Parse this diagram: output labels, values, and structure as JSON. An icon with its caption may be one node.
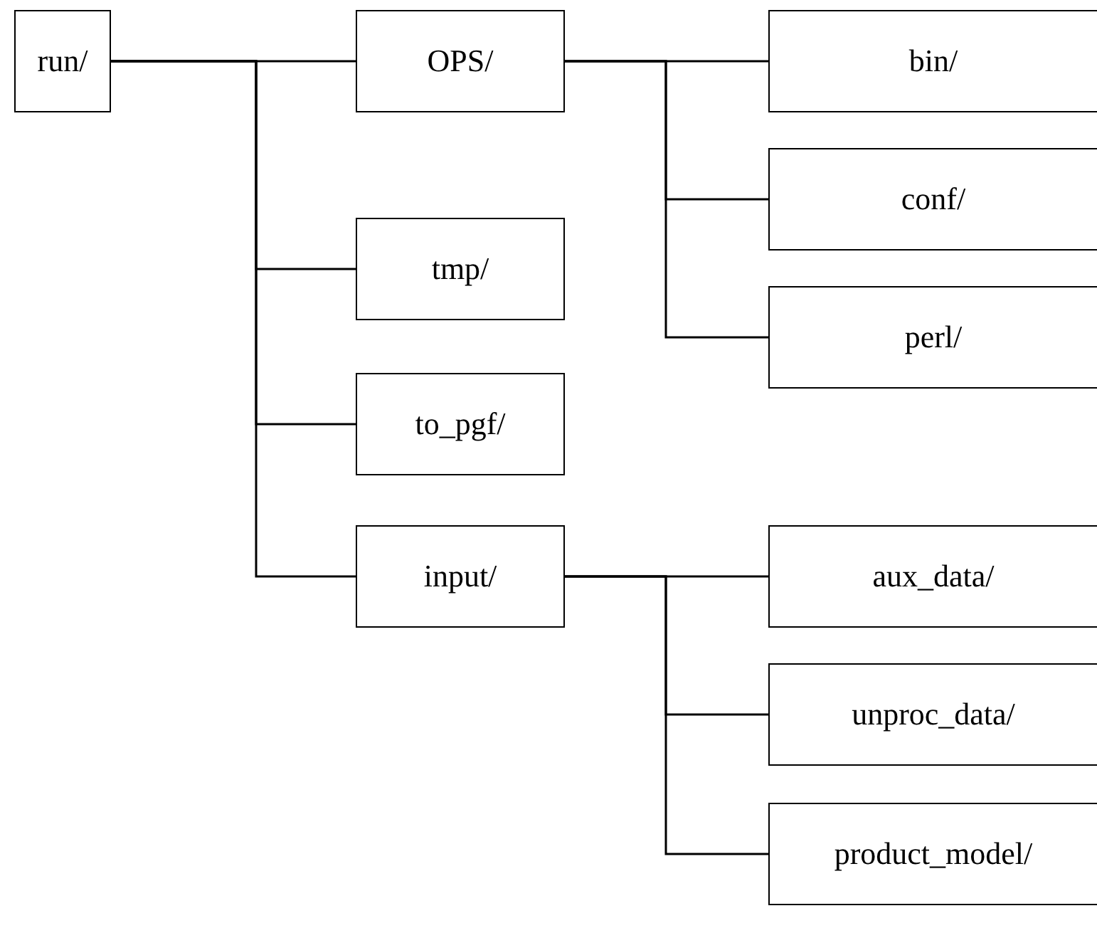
{
  "diagram": {
    "nodes": [
      {
        "text": [
          "run/"
        ]
      },
      {
        "text": [
          "OPS/"
        ]
      },
      {
        "text": [
          "tmp/"
        ]
      },
      {
        "text": [
          "to_pgf/"
        ]
      },
      {
        "text": [
          "input/"
        ]
      },
      {
        "text": [
          "bin/"
        ]
      },
      {
        "text": [
          "conf/"
        ]
      },
      {
        "text": [
          "perl/"
        ]
      },
      {
        "text": [
          "aux_data/"
        ]
      },
      {
        "text": [
          "unproc_data/"
        ]
      },
      {
        "text": [
          "product_model/"
        ]
      }
    ],
    "edges": [
      {
        "from": 0,
        "to": 1,
        "arrow": "none"
      },
      {
        "from": 0,
        "to": 2,
        "arrow": "none"
      },
      {
        "from": 0,
        "to": 3,
        "arrow": "none"
      },
      {
        "from": 0,
        "to": 4,
        "arrow": "none"
      },
      {
        "from": 1,
        "to": 5,
        "arrow": "none"
      },
      {
        "from": 1,
        "to": 6,
        "arrow": "none"
      },
      {
        "from": 1,
        "to": 7,
        "arrow": "none"
      },
      {
        "from": 4,
        "to": 8,
        "arrow": "none"
      },
      {
        "from": 4,
        "to": 9,
        "arrow": "none"
      },
      {
        "from": 4,
        "to": 10,
        "arrow": "none"
      }
    ]
  }
}
